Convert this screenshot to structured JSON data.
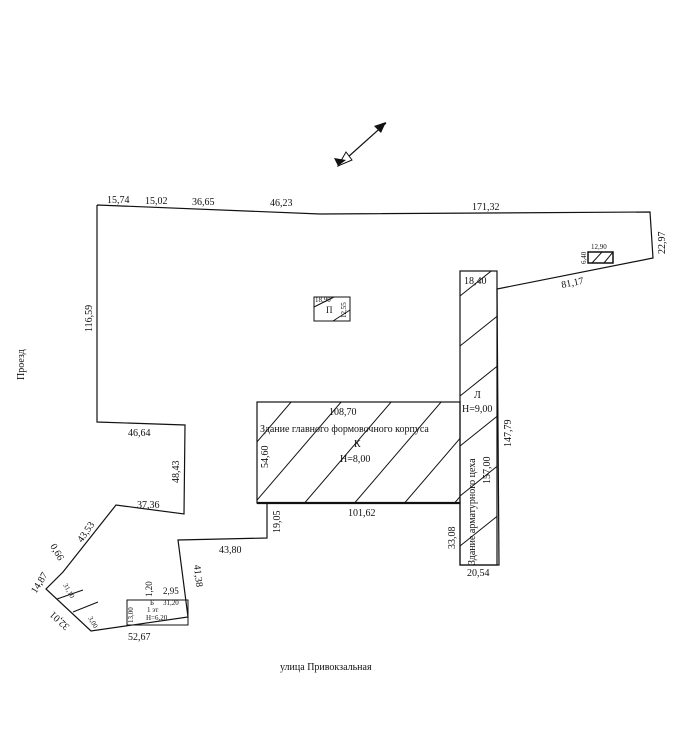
{
  "plan": {
    "street_label": "улица Привокзальная",
    "side_label": "Проезд",
    "compass": "north-arrow-icon",
    "boundary_dims": [
      "15,74",
      "15,02",
      "36,65",
      "46,23",
      "171,32",
      "22,97",
      "81,17",
      "147,79",
      "20,54",
      "33,08",
      "101,62",
      "19,05",
      "43,80",
      "41,38",
      "52,67",
      "32,01",
      "14,87",
      "0,66",
      "43,53",
      "37,36",
      "48,43",
      "46,64",
      "116,59"
    ],
    "buildings": {
      "main": {
        "name": "Здание главного формовочного корпуса",
        "letter": "К",
        "height": "Н=8,00",
        "length": "108,70",
        "width": "54,60"
      },
      "armature": {
        "name": "Здание арматурного цеха",
        "letter": "Л",
        "height": "Н=9,00",
        "length": "157,00",
        "width": "18,40"
      },
      "p": {
        "letter": "П",
        "dim1": "18,90",
        "dim2": "12,55"
      },
      "b": {
        "letter": "Б",
        "floors": "1 эт",
        "height": "Н=6,20",
        "dim_len": "31,20",
        "dim_w": "13,00",
        "dim_a": "1,20",
        "dim_b": "2,95"
      },
      "small_ne": {
        "dim1": "12,90",
        "dim2": "6,40"
      },
      "small_sw": {
        "dim1": "31,10",
        "dim2": "3,00"
      }
    }
  }
}
